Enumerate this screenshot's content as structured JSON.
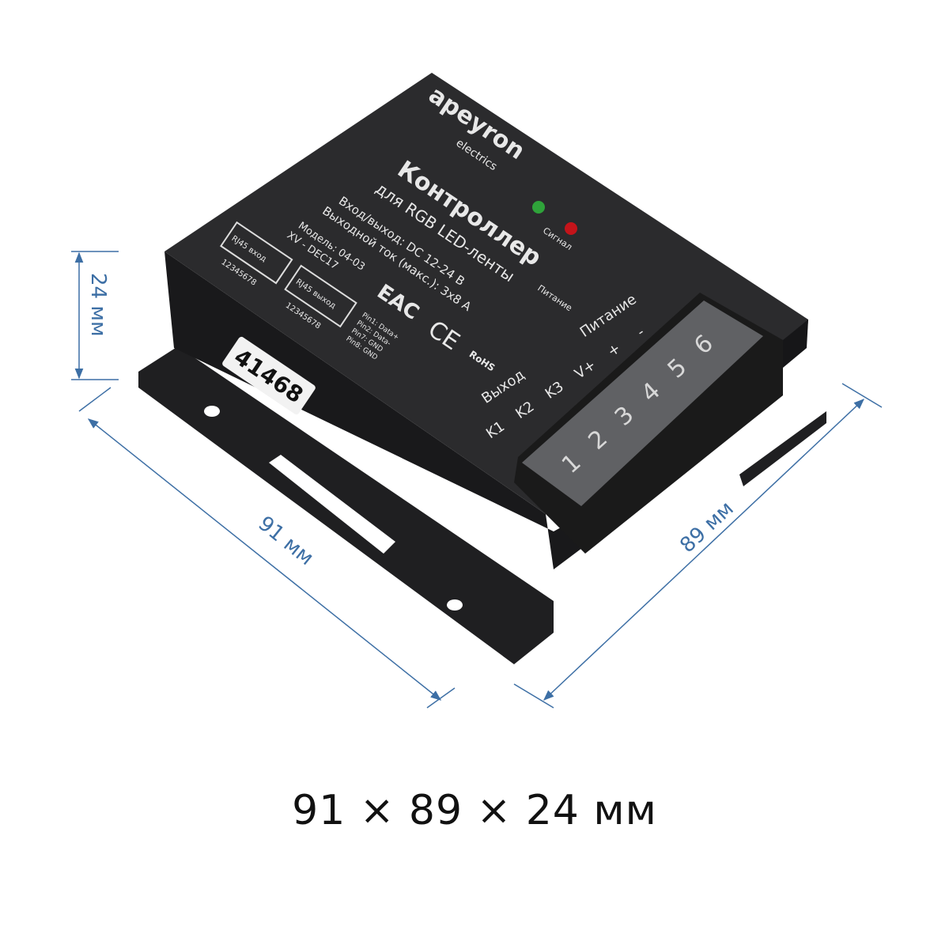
{
  "brand": {
    "name": "apeyron",
    "sub": "electrics"
  },
  "device": {
    "title": "Контроллер",
    "subtitle": "для RGB LED-ленты",
    "spec1": "Вход/выход: DC 12-24 В",
    "spec2": "Выходной ток (макс.): 3х8 А",
    "model": "Модель: 04-03",
    "model_code": "XV - DEC17",
    "led_signal": "Сигнал",
    "led_power": "Питание",
    "rj45_out": "RJ45 выход",
    "rj45_in": "RJ45 вход",
    "pins_numbers": "12345678",
    "pins": [
      "Pin1: Data+",
      "Pin2: Data-",
      "Pin7: GND",
      "Pin8: GND"
    ],
    "marks": [
      "EAC",
      "CE",
      "RoHS"
    ],
    "label_number": "41468",
    "terminal_group_out": "Выход",
    "terminal_group_power": "Питание",
    "terminals": [
      "K1",
      "K2",
      "K3",
      "V+",
      "+",
      "-"
    ],
    "terminal_numbers": [
      "1",
      "2",
      "3",
      "4",
      "5",
      "6"
    ],
    "colors": {
      "led_signal": "#2fa33a",
      "led_power": "#c4141a",
      "body": "#2b2b2d"
    }
  },
  "dimensions": {
    "height": "24 мм",
    "length": "91 мм",
    "width": "89 мм",
    "summary": "91 × 89 × 24 мм"
  },
  "colors": {
    "dimension_line": "#3d6fa5"
  }
}
